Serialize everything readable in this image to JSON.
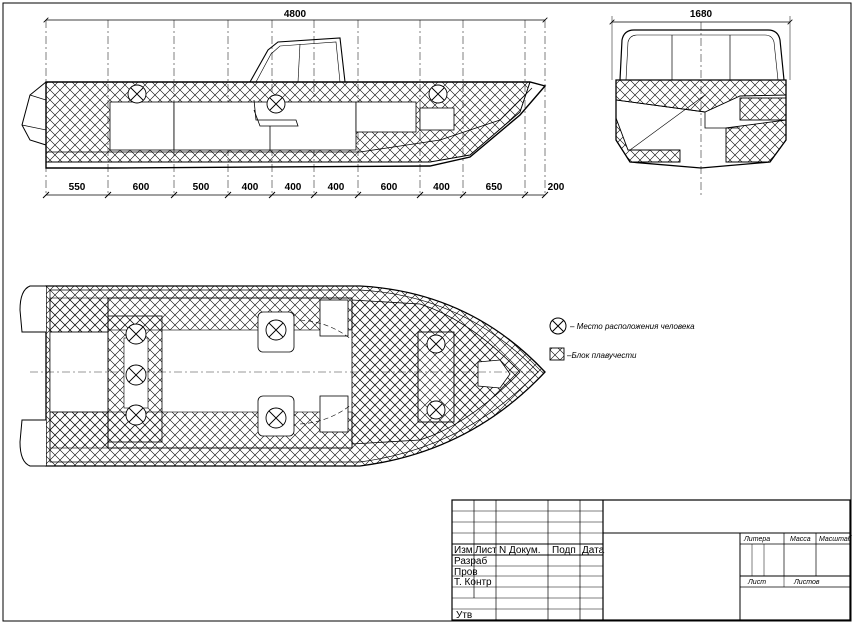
{
  "side_view": {
    "overall_length": "4800",
    "segments": [
      "550",
      "600",
      "500",
      "400",
      "400",
      "400",
      "600",
      "400",
      "650",
      "200"
    ]
  },
  "front_view": {
    "overall_width": "1680"
  },
  "legend": {
    "person_place": "– Место расположения человека",
    "buoyancy_block": "–Блок плавучести"
  },
  "title_block": {
    "col_change": "Изм.",
    "col_sheet": "Лист",
    "col_doc": "N  Докум.",
    "col_sign": "Подп",
    "col_date": "Дата",
    "row_developer": "Разраб",
    "row_checked": "Пров",
    "row_tcontrol": "Т. Контр",
    "row_approved": "Утв",
    "litera": "Литера",
    "mass": "Масса",
    "scale": "Масштаб",
    "sheet": "Лист",
    "sheets": "Листов"
  }
}
